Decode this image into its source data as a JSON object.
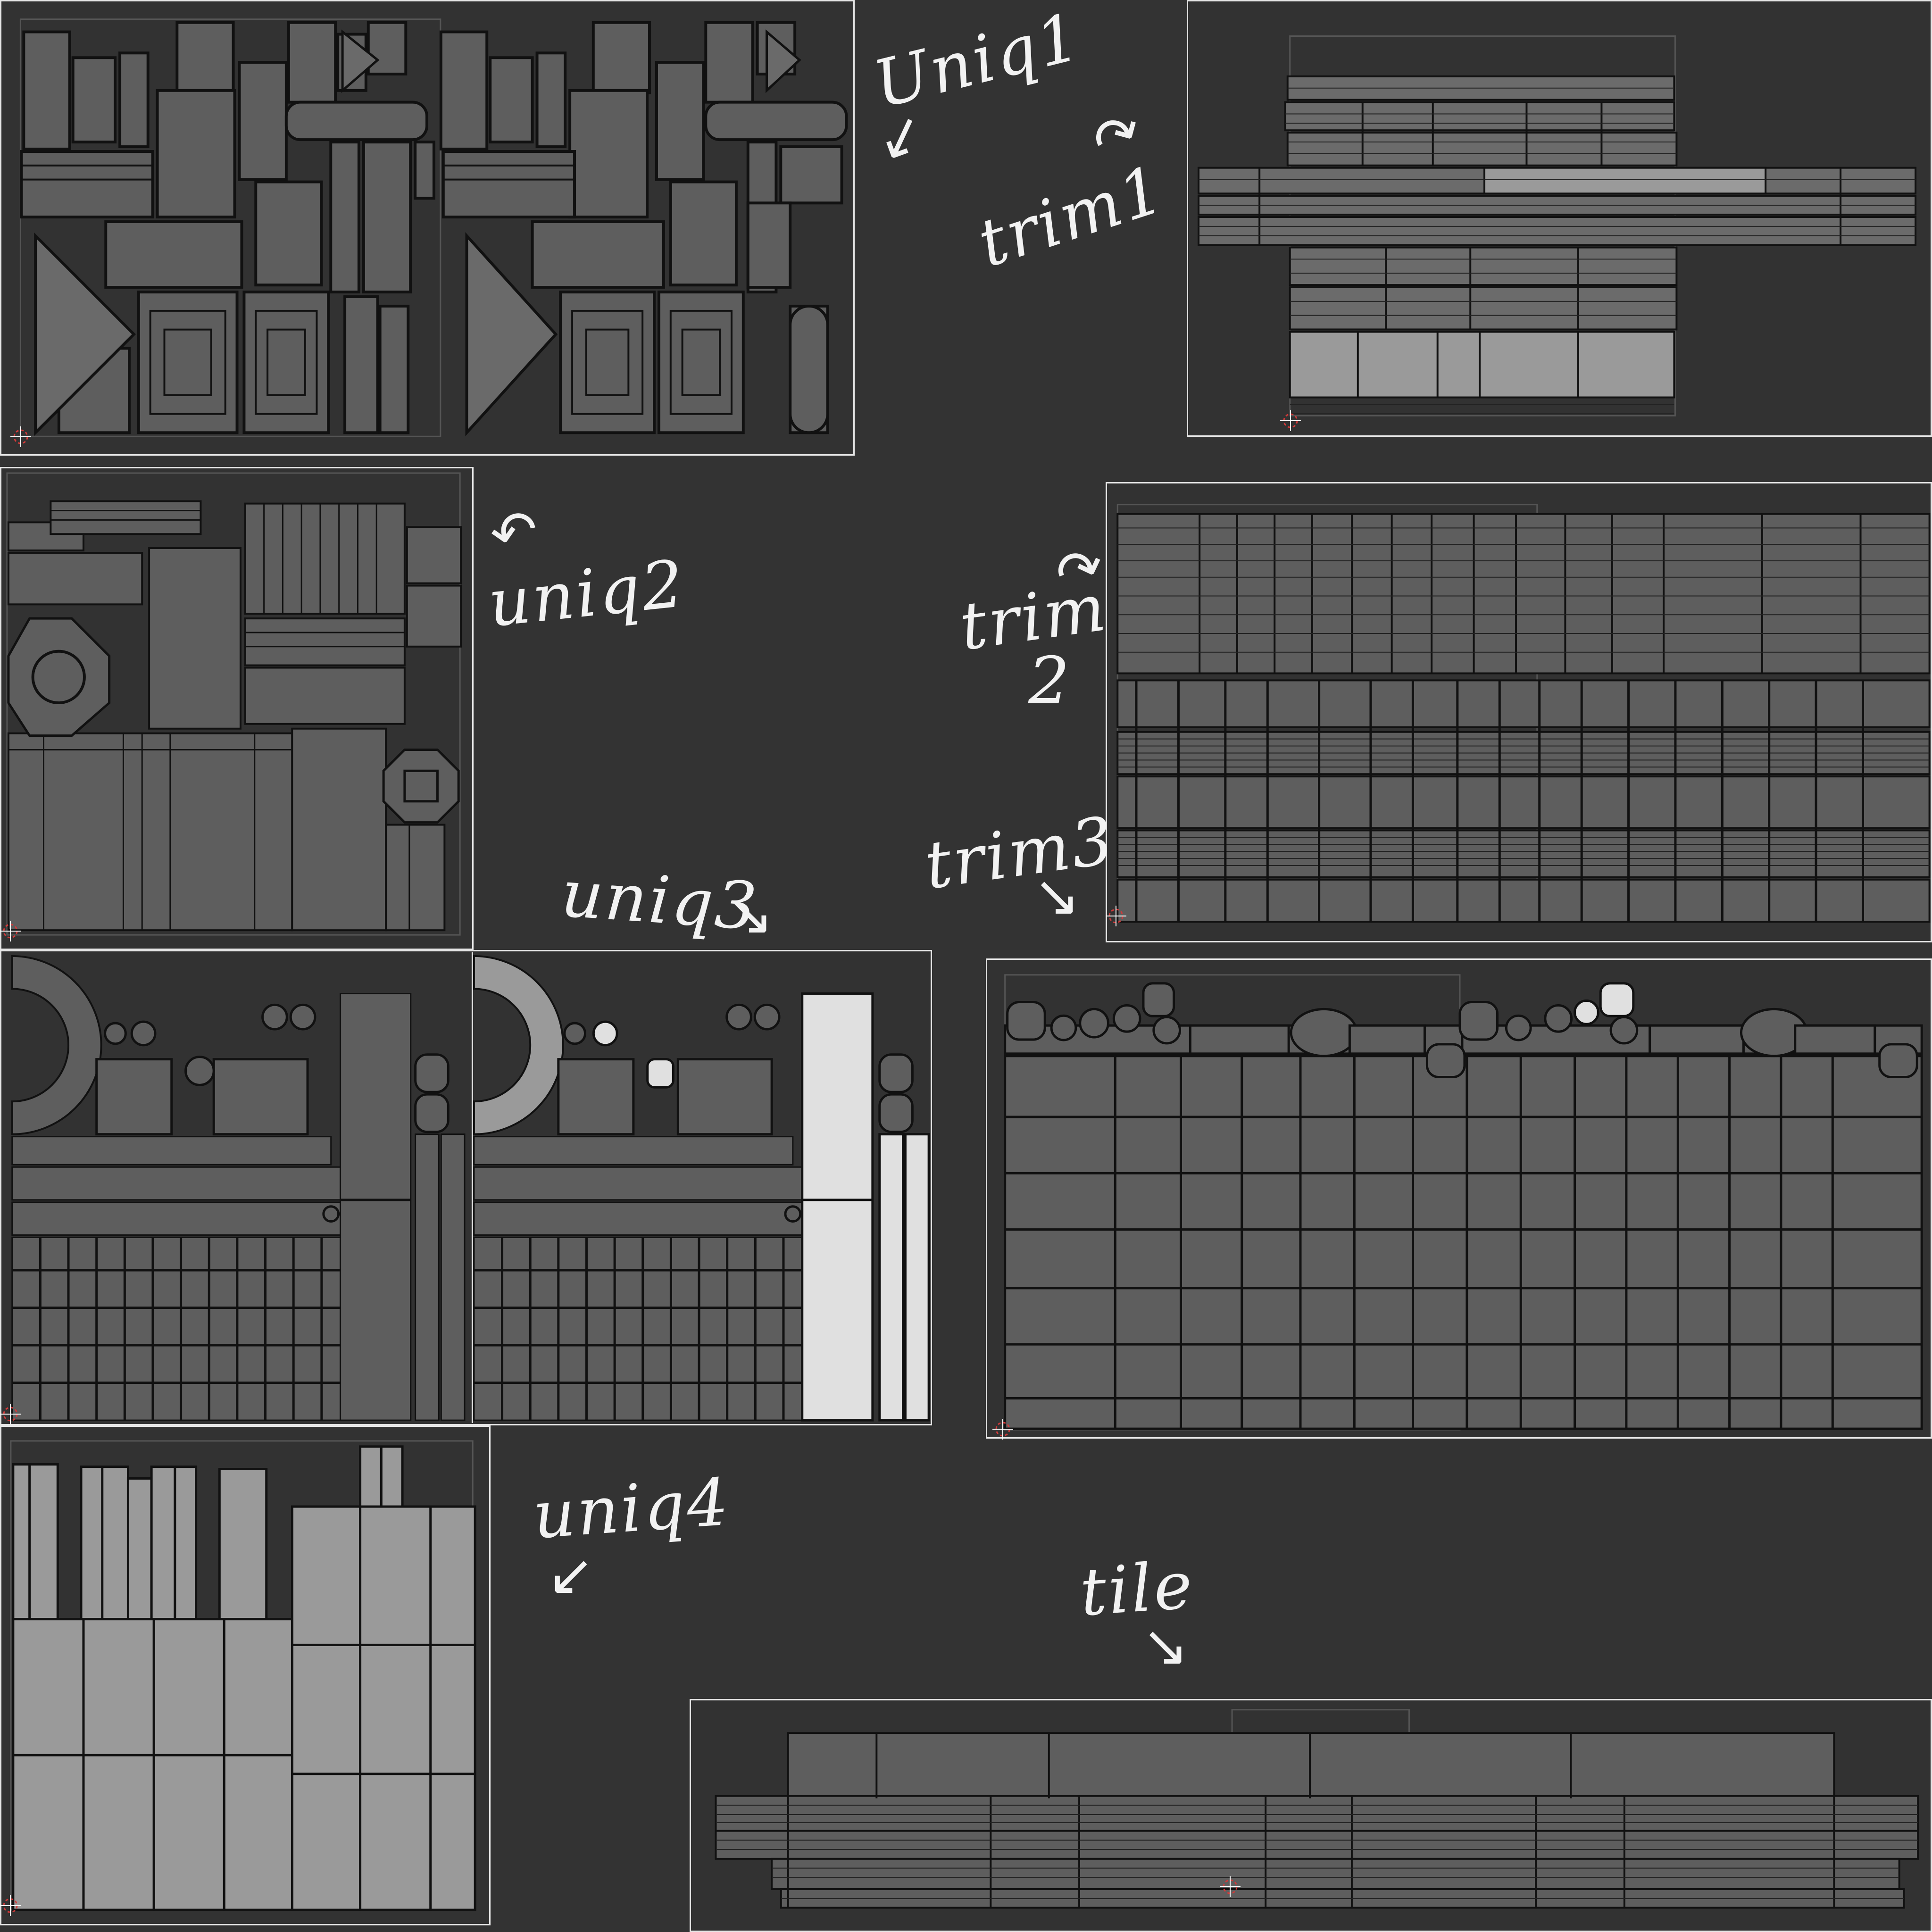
{
  "labels": {
    "uniq1": "Uniq1",
    "trim1": "trim1",
    "uniq2": "uniq2",
    "trim2_a": "trim",
    "trim2_b": "2",
    "trim3": "trim3",
    "uniq3": "uniq3",
    "uniq4": "uniq4",
    "tile": "tile"
  },
  "icons": {
    "arrow": "arrow-icon",
    "cursor": "3d-cursor-icon"
  },
  "colors": {
    "background": "#333333",
    "panel_border": "#e6e6e6",
    "island_fill": "#5e5e5e",
    "island_light": "#9a9a9a",
    "island_white": "#e0e0e0",
    "edge": "#111111",
    "cursor_red": "#d23a3a"
  }
}
